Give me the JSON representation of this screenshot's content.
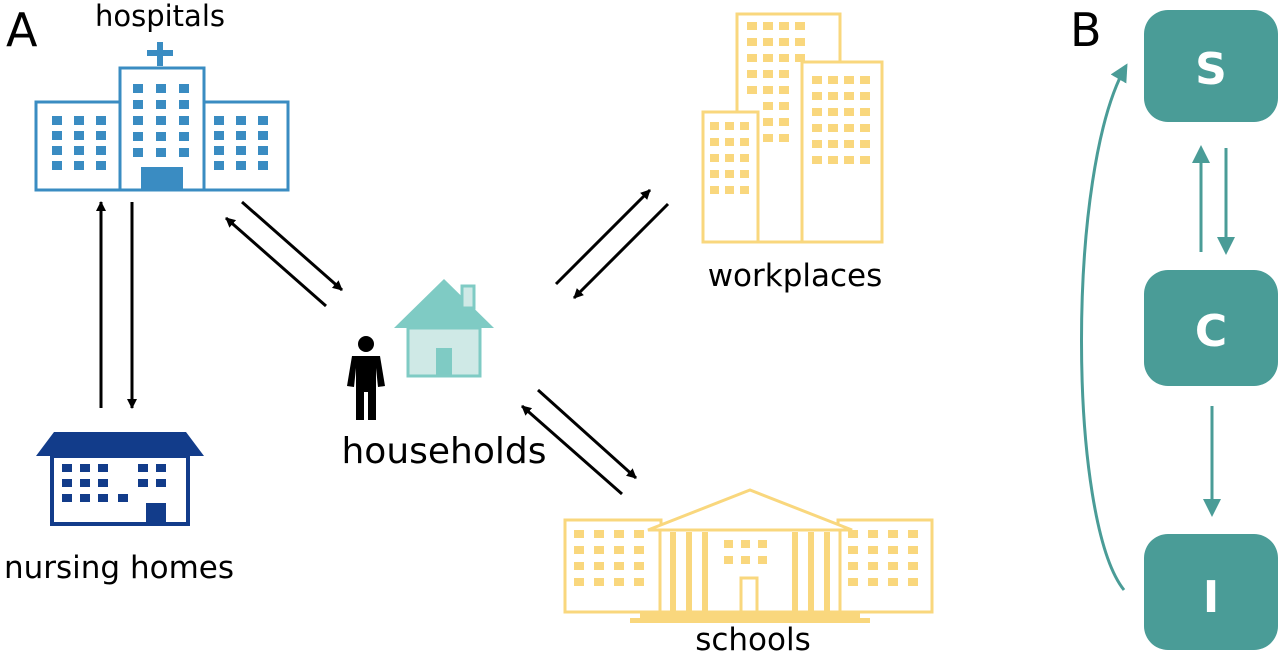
{
  "panel_a_label": "A",
  "panel_b_label": "B",
  "locations": {
    "hospitals": "hospitals",
    "nursing_homes": "nursing homes",
    "households": "households",
    "workplaces": "workplaces",
    "schools": "schools"
  },
  "states": {
    "s": "S",
    "c": "C",
    "i": "I"
  },
  "colors": {
    "hospital": "#3a8cc2",
    "nursing_home": "#123c8a",
    "household": "#7fcbc4",
    "yellow": "#f9d77d",
    "teal": "#4a9c97",
    "arrow": "#000000"
  },
  "icons": [
    "hospital-icon",
    "nursing-home-icon",
    "house-icon",
    "person-icon",
    "workplace-icon",
    "school-icon"
  ]
}
